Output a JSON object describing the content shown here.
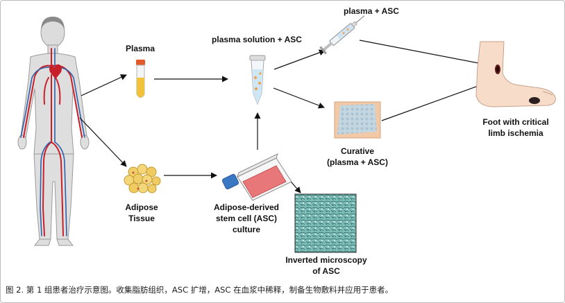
{
  "labels": {
    "plasma": "Plasma",
    "plasma_solution": "plasma solution + ASC",
    "syringe": "plasma + ASC",
    "foot_line1": "Foot with critical",
    "foot_line2": "limb ischemia",
    "curative_line1": "Curative",
    "curative_line2": "(plasma + ASC)",
    "adipose_line1": "Adipose",
    "adipose_line2": "Tissue",
    "asc_line1": "Adipose-derived",
    "asc_line2": "stem cell (ASC)",
    "asc_line3": "culture",
    "micro_line1": "Inverted microscopy",
    "micro_line2": "of ASC"
  },
  "caption": "图 2. 第 1 组患者治疗示意图。收集脂肪组织，ASC 扩增，ASC 在血浆中稀释，制备生物敷料并应用于患者。",
  "colors": {
    "artery": "#c8202a",
    "vein": "#2f5fa8",
    "plasma_yellow": "#f2c23a",
    "flask_red": "#e8777a",
    "cap_blue": "#3a78c4",
    "micro_teal": "#86c3bf",
    "dressing": "#f2c9a6",
    "gel_blue": "#b7d6ea"
  }
}
